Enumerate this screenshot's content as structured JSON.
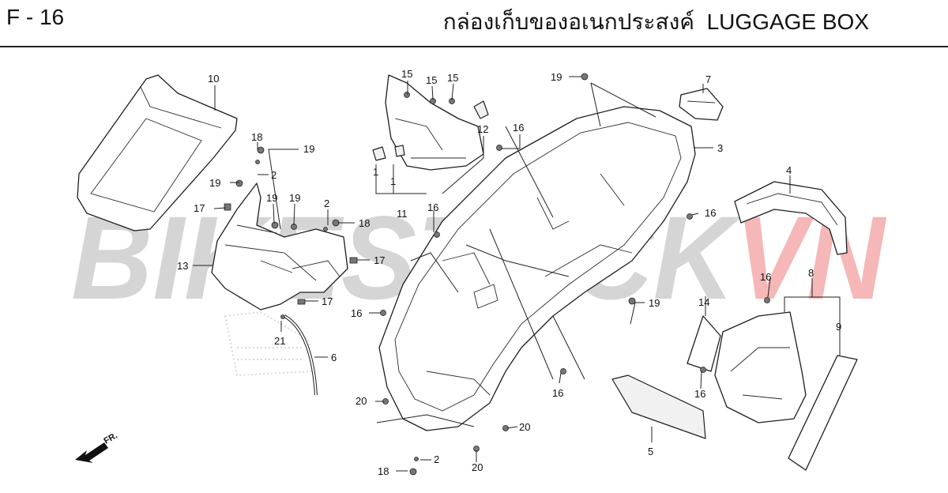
{
  "header": {
    "page_code": "F - 16",
    "title": "กล่องเก็บของอเนกประสงค์  LUGGAGE BOX"
  },
  "watermark": {
    "text": "BIKESTOCK",
    "suffix": "VN",
    "text_color": "#c8c8c8",
    "suffix_color": "#f2a0a0"
  },
  "direction": {
    "label": "FR."
  },
  "callouts": [
    {
      "id": "c10",
      "label": "10"
    },
    {
      "id": "c18a",
      "label": "18"
    },
    {
      "id": "c19a",
      "label": "19"
    },
    {
      "id": "c2a",
      "label": "2"
    },
    {
      "id": "c19b",
      "label": "19"
    },
    {
      "id": "c17a",
      "label": "17"
    },
    {
      "id": "c19c",
      "label": "19"
    },
    {
      "id": "c19d",
      "label": "19"
    },
    {
      "id": "c2b",
      "label": "2"
    },
    {
      "id": "c18b",
      "label": "18"
    },
    {
      "id": "c17b",
      "label": "17"
    },
    {
      "id": "c13",
      "label": "13"
    },
    {
      "id": "c17c",
      "label": "17"
    },
    {
      "id": "c21",
      "label": "21"
    },
    {
      "id": "c6",
      "label": "6"
    },
    {
      "id": "c15a",
      "label": "15"
    },
    {
      "id": "c15b",
      "label": "15"
    },
    {
      "id": "c15c",
      "label": "15"
    },
    {
      "id": "c12",
      "label": "12"
    },
    {
      "id": "c1a",
      "label": "1"
    },
    {
      "id": "c1b",
      "label": "1"
    },
    {
      "id": "c11",
      "label": "11"
    },
    {
      "id": "c16a",
      "label": "16"
    },
    {
      "id": "c16b",
      "label": "16"
    },
    {
      "id": "c19e",
      "label": "19"
    },
    {
      "id": "c7",
      "label": "7"
    },
    {
      "id": "c3",
      "label": "3"
    },
    {
      "id": "c16c",
      "label": "16"
    },
    {
      "id": "c19f",
      "label": "19"
    },
    {
      "id": "c16d",
      "label": "16"
    },
    {
      "id": "c16e",
      "label": "16"
    },
    {
      "id": "c20a",
      "label": "20"
    },
    {
      "id": "c20b",
      "label": "20"
    },
    {
      "id": "c20c",
      "label": "20"
    },
    {
      "id": "c2c",
      "label": "2"
    },
    {
      "id": "c18c",
      "label": "18"
    },
    {
      "id": "c4",
      "label": "4"
    },
    {
      "id": "c8",
      "label": "8"
    },
    {
      "id": "c16f",
      "label": "16"
    },
    {
      "id": "c14",
      "label": "14"
    },
    {
      "id": "c9",
      "label": "9"
    },
    {
      "id": "c16g",
      "label": "16"
    },
    {
      "id": "c5",
      "label": "5"
    }
  ]
}
